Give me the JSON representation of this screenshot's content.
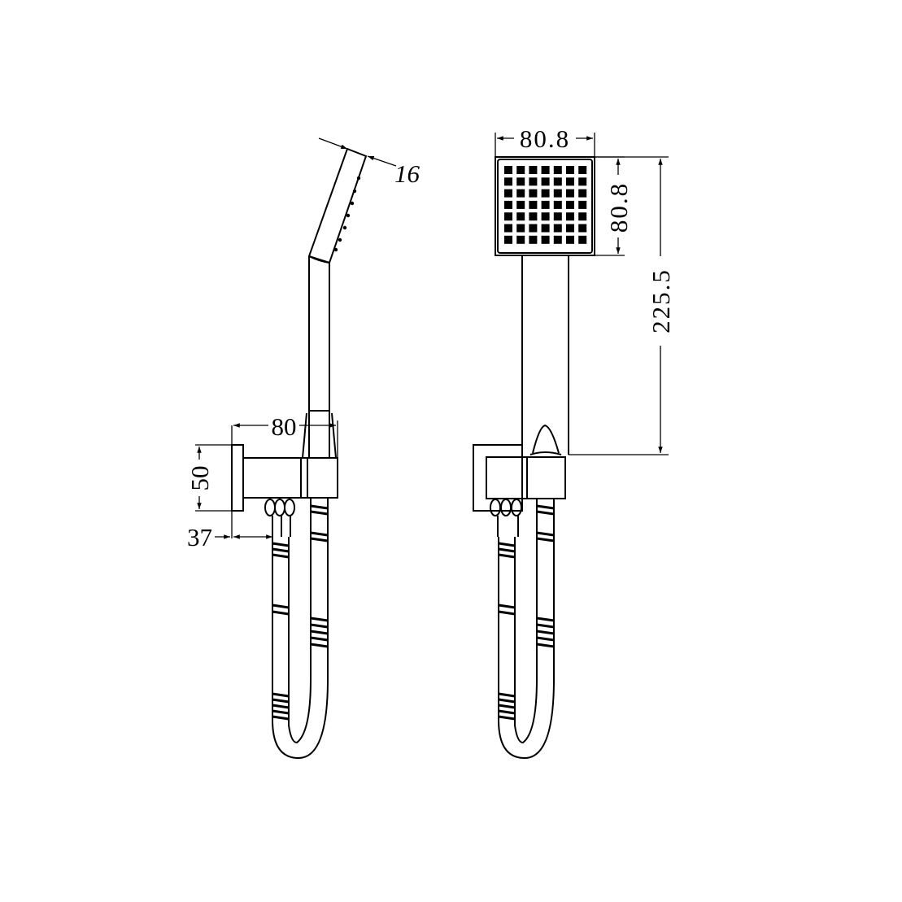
{
  "drawing": {
    "side_view": {
      "dimensions": {
        "head_thickness": "16",
        "bracket_projection": "80",
        "plate_height": "50",
        "outlet_offset": "37"
      }
    },
    "front_view": {
      "dimensions": {
        "head_width": "80.8",
        "head_height": "80.8",
        "overall_height": "225.5"
      },
      "spray_grid": {
        "rows": 7,
        "cols": 7
      }
    },
    "line_color": "#000000",
    "background_color": "#ffffff"
  }
}
